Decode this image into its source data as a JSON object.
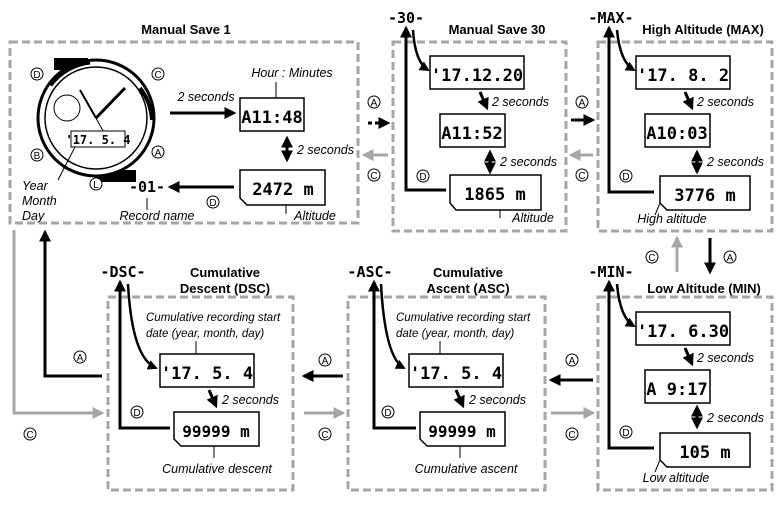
{
  "sections": {
    "manual_save_1": {
      "title": "Manual Save 1",
      "date_labels": [
        "Year",
        "Month",
        "Day"
      ],
      "record_name_label": "Record name",
      "record_code": "-01-",
      "time_label": "Hour : Minutes",
      "time_display": "A11:48",
      "altitude_display": "2472 m",
      "altitude_label": "Altitude",
      "watch_display": "'17. 5. 4",
      "interval": "2 seconds"
    },
    "manual_save_30": {
      "title": "Manual Save 30",
      "code": "-30-",
      "date_display": "'17.12.20",
      "time_display": "A11:52",
      "altitude_display": "1865 m",
      "altitude_label": "Altitude",
      "interval": "2 seconds"
    },
    "high_altitude": {
      "title": "High Altitude (MAX)",
      "code": "-MAX-",
      "date_display": "'17. 8. 2",
      "time_display": "A10:03",
      "altitude_display": "3776 m",
      "altitude_label": "High altitude",
      "interval": "2 seconds"
    },
    "low_altitude": {
      "title": "Low Altitude (MIN)",
      "code": "-MIN-",
      "date_display": "'17. 6.30",
      "time_display": "A 9:17",
      "altitude_display": "105 m",
      "altitude_label": "Low altitude",
      "interval": "2 seconds"
    },
    "cumulative_ascent": {
      "title_line1": "Cumulative",
      "title_line2": "Ascent (ASC)",
      "code": "-ASC-",
      "start_label_line1": "Cumulative recording start",
      "start_label_line2": "date (year, month, day)",
      "date_display": "'17. 5. 4",
      "value_display": "99999 m",
      "value_label": "Cumulative ascent",
      "interval": "2 seconds"
    },
    "cumulative_descent": {
      "title_line1": "Cumulative",
      "title_line2": "Descent (DSC)",
      "code": "-DSC-",
      "start_label_line1": "Cumulative recording start",
      "start_label_line2": "date (year, month, day)",
      "date_display": "'17. 5. 4",
      "value_display": "99999 m",
      "value_label": "Cumulative descent",
      "interval": "2 seconds"
    }
  },
  "buttons": {
    "a": "A",
    "b": "B",
    "c": "C",
    "d": "D",
    "l": "L"
  },
  "colors": {
    "line": "#000000",
    "dash_border": "#a6a6a6",
    "gray_arrow": "#a6a6a6"
  }
}
